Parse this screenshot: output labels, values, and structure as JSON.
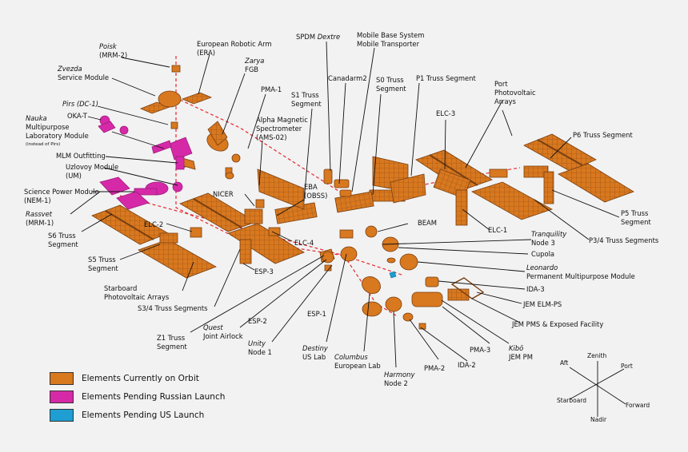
{
  "colors": {
    "orbit": "#d8781f",
    "orbit_dark": "#a8561a",
    "russian": "#d629a8",
    "russian_dark": "#9c1d7c",
    "us": "#1e9ed2",
    "background": "#f2f2f2",
    "track": "#e8272d"
  },
  "labels": {
    "poisk": "Poisk",
    "mrm2": "(MRM-2)",
    "era1": "European Robotic Arm",
    "era2": "(ERA)",
    "zvezda1": "Zvezda",
    "zvezda2": "Service Module",
    "zarya1": "Zarya",
    "zarya2": "FGB",
    "pma1": "PMA-1",
    "pirs": "Pirs (DC-1)",
    "okat": "OKA-T",
    "nauka1": "Nauka",
    "nauka2": "Multipurpose",
    "nauka3": "Laboratory Module",
    "nauka4": "(instead of Pirs)",
    "mlm": "MLM Outfitting",
    "uzlovoy1": "Uzlovoy Module",
    "uzlovoy2": "(UM)",
    "spm1": "Science Power Module",
    "spm2": "(NEM-1)",
    "rassvet1": "Rassvet",
    "rassvet2": "(MRM-1)",
    "s6a": "S6 Truss",
    "s6b": "Segment",
    "s5a": "S5 Truss",
    "s5b": "Segment",
    "spva1": "Starboard",
    "spva2": "Photovoltaic Arrays",
    "s34": "S3/4 Truss Segments",
    "z1a": "Z1 Truss",
    "z1b": "Segment",
    "quest1": "Quest",
    "quest2": "Joint Airlock",
    "unity1": "Unity",
    "unity2": "Node 1",
    "destiny1": "Destiny",
    "destiny2": "US Lab",
    "columbus1": "Columbus",
    "columbus2": "European Lab",
    "harmony1": "Harmony",
    "harmony2": "Node 2",
    "pma2": "PMA-2",
    "ida2": "IDA-2",
    "pma3": "PMA-3",
    "kibo1": "Kibō",
    "kibo2": "JEM PM",
    "jempms": "JEM PMS & Exposed Facility",
    "jemelm": "JEM ELM-PS",
    "ida3": "IDA-3",
    "leonardo1": "Leonardo",
    "leonardo2": "Permanent Multipurpose Module",
    "cupola": "Cupola",
    "tranq1": "Tranquility",
    "tranq2": "Node 3",
    "beam": "BEAM",
    "elc1": "ELC-1",
    "p34": "P3/4 Truss Segments",
    "p5a": "P5 Truss",
    "p5b": "Segment",
    "p6": "P6 Truss Segment",
    "portpv1": "Port",
    "portpv2": "Photovoltaic",
    "portpv3": "Arrays",
    "elc3": "ELC-3",
    "p1": "P1 Truss Segment",
    "s0a": "S0 Truss",
    "s0b": "Segment",
    "mbs1": "Mobile Base System",
    "mbs2": "Mobile Transporter",
    "canadarm2": "Canadarm2",
    "spdm1": "SPDM",
    "spdm2": "Dextre",
    "s1a": "S1 Truss",
    "s1b": "Segment",
    "ams1": "Alpha Magnetic",
    "ams2": "Spectrometer",
    "ams3": "(AMS-02)",
    "eba1": "EBA",
    "eba2": "(OBSS)",
    "nicer": "NICER",
    "elc2": "ELC-2",
    "elc4": "ELC-4",
    "esp3": "ESP-3",
    "esp2": "ESP-2",
    "esp1": "ESP-1"
  },
  "axes": {
    "aft": "Aft",
    "zenith": "Zenith",
    "port": "Port",
    "starboard": "Starboard",
    "forward": "Forward",
    "nadir": "Nadir"
  },
  "legend": [
    {
      "label": "Elements Currently on Orbit",
      "color": "#d8781f"
    },
    {
      "label": "Elements Pending Russian Launch",
      "color": "#d629a8"
    },
    {
      "label": "Elements Pending US Launch",
      "color": "#1e9ed2"
    }
  ]
}
